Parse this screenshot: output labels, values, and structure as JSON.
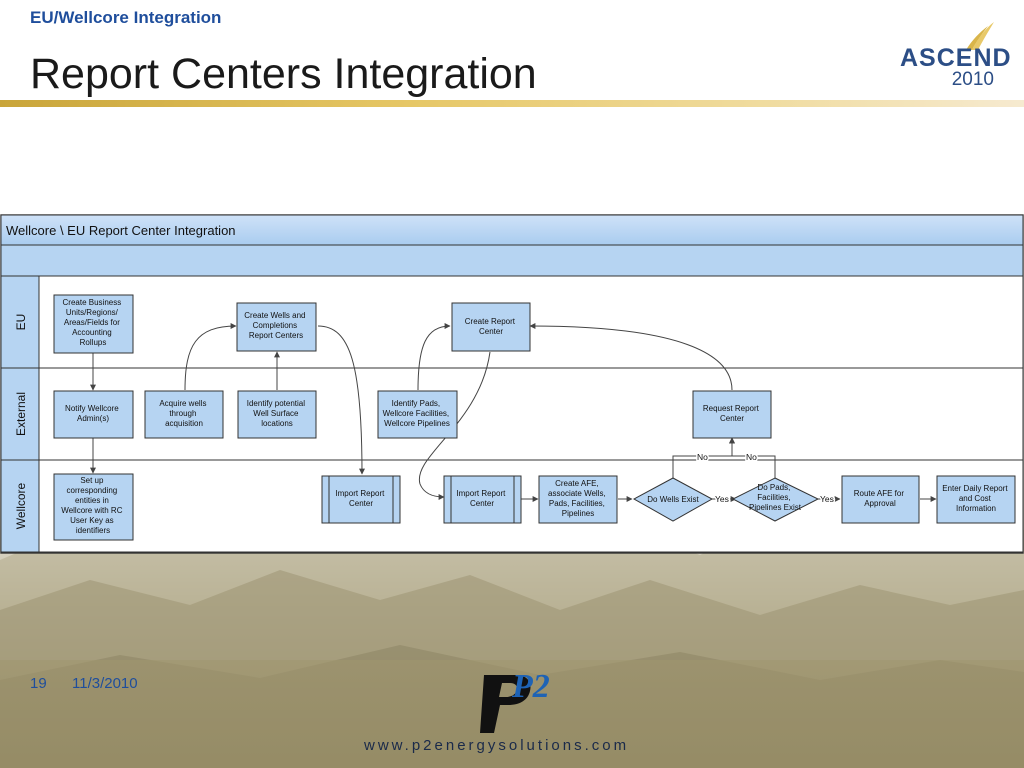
{
  "header": {
    "kicker": "EU/Wellcore Integration",
    "title": "Report Centers Integration",
    "brand": {
      "name": "ASCEND",
      "year": "2010"
    }
  },
  "diagram": {
    "title": "Wellcore \\ EU Report Center Integration",
    "lanes": [
      {
        "id": "eu",
        "label": "EU"
      },
      {
        "id": "external",
        "label": "External"
      },
      {
        "id": "wellcore",
        "label": "Wellcore"
      }
    ],
    "nodes": [
      {
        "id": "create-business-units",
        "lane": "eu",
        "shape": "process",
        "lines": [
          "Create Business",
          "Units/Regions/",
          "Areas/Fields for",
          "Accounting",
          "Rollups"
        ]
      },
      {
        "id": "create-wells-completions",
        "lane": "eu",
        "shape": "process",
        "lines": [
          "Create Wells and",
          "Completions",
          "Report Centers"
        ]
      },
      {
        "id": "create-report-center",
        "lane": "eu",
        "shape": "process",
        "lines": [
          "Create Report",
          "Center"
        ]
      },
      {
        "id": "notify-wellcore-admin",
        "lane": "external",
        "shape": "process",
        "lines": [
          "Notify Wellcore",
          "Admin(s)"
        ]
      },
      {
        "id": "acquire-wells",
        "lane": "external",
        "shape": "process",
        "lines": [
          "Acquire wells",
          "through",
          "acquisition"
        ]
      },
      {
        "id": "identify-well-surface",
        "lane": "external",
        "shape": "process",
        "lines": [
          "Identify potential",
          "Well Surface",
          "locations"
        ]
      },
      {
        "id": "identify-pads",
        "lane": "external",
        "shape": "process",
        "lines": [
          "Identify Pads,",
          "Wellcore Facilities,",
          "Wellcore Pipelines"
        ]
      },
      {
        "id": "request-report-center",
        "lane": "external",
        "shape": "process",
        "lines": [
          "Request Report",
          "Center"
        ]
      },
      {
        "id": "set-up-entities",
        "lane": "wellcore",
        "shape": "process",
        "lines": [
          "Set up",
          "corresponding",
          "entities in",
          "Wellcore with RC",
          "User Key as",
          "identifiers"
        ]
      },
      {
        "id": "import-report-center-1",
        "lane": "wellcore",
        "shape": "subprocess",
        "lines": [
          "Import Report",
          "Center"
        ]
      },
      {
        "id": "import-report-center-2",
        "lane": "wellcore",
        "shape": "subprocess",
        "lines": [
          "Import Report",
          "Center"
        ]
      },
      {
        "id": "create-afe",
        "lane": "wellcore",
        "shape": "process",
        "lines": [
          "Create AFE,",
          "associate Wells,",
          "Pads, Facilities,",
          "Pipelines"
        ]
      },
      {
        "id": "do-wells-exist",
        "lane": "wellcore",
        "shape": "decision",
        "lines": [
          "Do Wells Exist"
        ]
      },
      {
        "id": "do-pads-exist",
        "lane": "wellcore",
        "shape": "decision",
        "lines": [
          "Do Pads,",
          "Facilities,",
          "Pipelines Exist"
        ]
      },
      {
        "id": "route-afe",
        "lane": "wellcore",
        "shape": "process",
        "lines": [
          "Route AFE for",
          "Approval"
        ]
      },
      {
        "id": "enter-daily-report",
        "lane": "wellcore",
        "shape": "process",
        "lines": [
          "Enter Daily Report",
          "and Cost",
          "Information"
        ]
      }
    ],
    "edge_labels": {
      "yes": "Yes",
      "no": "No"
    }
  },
  "footer": {
    "slide_number": "19",
    "date": "11/3/2010",
    "company_logo_text": "P2",
    "url": "www.p2energysolutions.com"
  }
}
